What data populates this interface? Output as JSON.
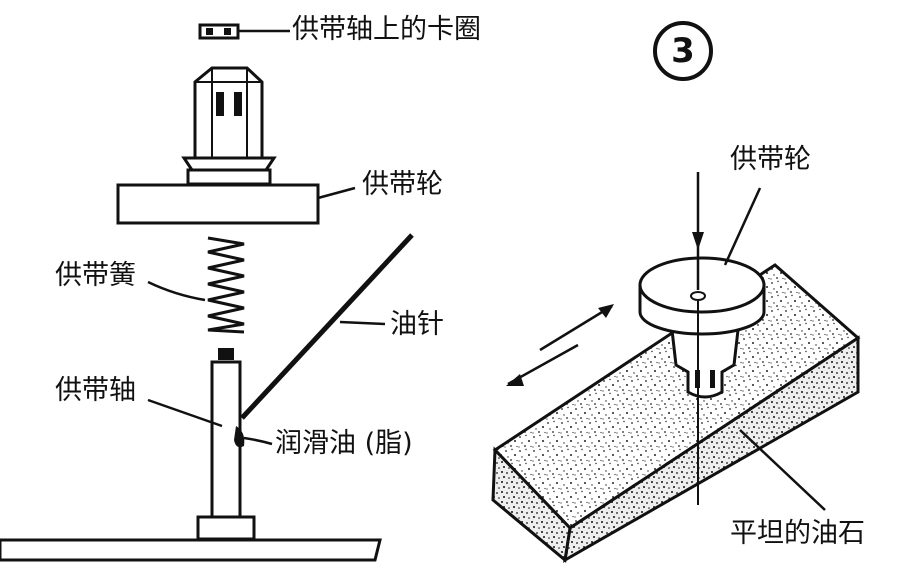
{
  "labels": {
    "clip_ring": "供带轴上的卡圈",
    "supply_wheel_left": "供带轮",
    "supply_spring": "供带簧",
    "oil_needle": "油针",
    "supply_shaft": "供带轴",
    "lubricant": "润滑油 (脂)",
    "supply_wheel_right": "供带轮",
    "flat_oilstone": "平坦的油石"
  },
  "step_number": "3"
}
